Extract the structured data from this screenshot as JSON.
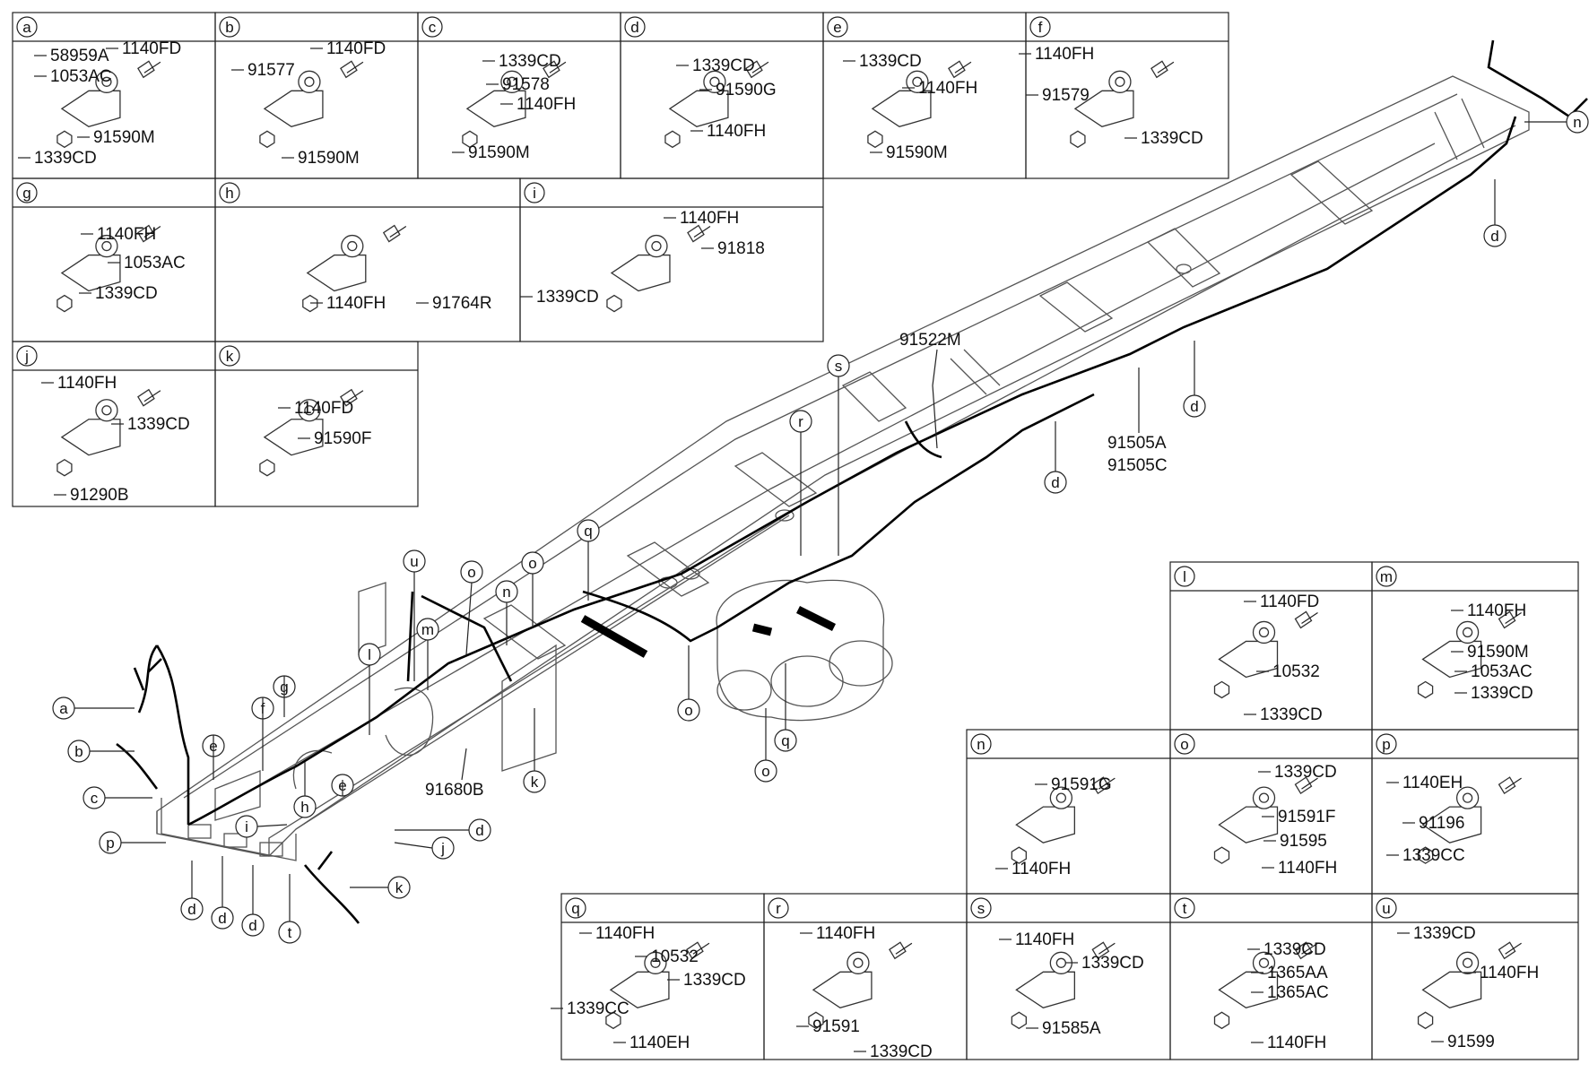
{
  "panels": [
    {
      "id": "a",
      "labels": [
        "58959A",
        "1053AC",
        "1140FD",
        "91590M",
        "1339CD"
      ]
    },
    {
      "id": "b",
      "labels": [
        "91577",
        "1140FD",
        "91590M"
      ]
    },
    {
      "id": "c",
      "labels": [
        "1339CD",
        "91578",
        "1140FH",
        "91590M"
      ]
    },
    {
      "id": "d",
      "labels": [
        "1339CD",
        "91590G",
        "1140FH"
      ]
    },
    {
      "id": "e",
      "labels": [
        "1339CD",
        "1140FH",
        "91590M"
      ]
    },
    {
      "id": "f",
      "labels": [
        "1140FH",
        "91579",
        "1339CD"
      ]
    },
    {
      "id": "g",
      "labels": [
        "1140FH",
        "1053AC",
        "1339CD"
      ]
    },
    {
      "id": "h",
      "labels": [
        "91764R",
        "1140FH"
      ]
    },
    {
      "id": "i",
      "labels": [
        "1140FH",
        "91818",
        "1339CD"
      ]
    },
    {
      "id": "j",
      "labels": [
        "1140FH",
        "1339CD",
        "91290B"
      ]
    },
    {
      "id": "k",
      "labels": [
        "1140FD",
        "91590F"
      ]
    },
    {
      "id": "l",
      "labels": [
        "1140FD",
        "10532",
        "1339CD"
      ]
    },
    {
      "id": "m",
      "labels": [
        "1140FH",
        "91590M",
        "1053AC",
        "1339CD"
      ]
    },
    {
      "id": "n",
      "labels": [
        "91591G",
        "1140FH"
      ]
    },
    {
      "id": "o",
      "labels": [
        "1339CD",
        "91591F",
        "91595",
        "1140FH"
      ]
    },
    {
      "id": "p",
      "labels": [
        "1140EH",
        "91196",
        "1339CC"
      ]
    },
    {
      "id": "q",
      "labels": [
        "1140FH",
        "10532",
        "1339CD",
        "1339CC",
        "1140EH"
      ]
    },
    {
      "id": "r",
      "labels": [
        "1140FH",
        "91591",
        "1339CD"
      ]
    },
    {
      "id": "s",
      "labels": [
        "1140FH",
        "1339CD",
        "91585A"
      ]
    },
    {
      "id": "t",
      "labels": [
        "1339CD",
        "1365AA",
        "1365AC",
        "1140FH"
      ]
    },
    {
      "id": "u",
      "labels": [
        "1339CD",
        "1140FH",
        "91599"
      ]
    }
  ],
  "main": {
    "labels": [
      "91522M",
      "91505A",
      "91505C",
      "91680B"
    ],
    "callouts": [
      "a",
      "b",
      "c",
      "p",
      "d",
      "d",
      "d",
      "t",
      "e",
      "f",
      "g",
      "h",
      "i",
      "e",
      "d",
      "j",
      "k",
      "l",
      "m",
      "u",
      "o",
      "n",
      "o",
      "k",
      "q",
      "o",
      "o",
      "q",
      "r",
      "s",
      "d",
      "d",
      "d",
      "n"
    ]
  }
}
